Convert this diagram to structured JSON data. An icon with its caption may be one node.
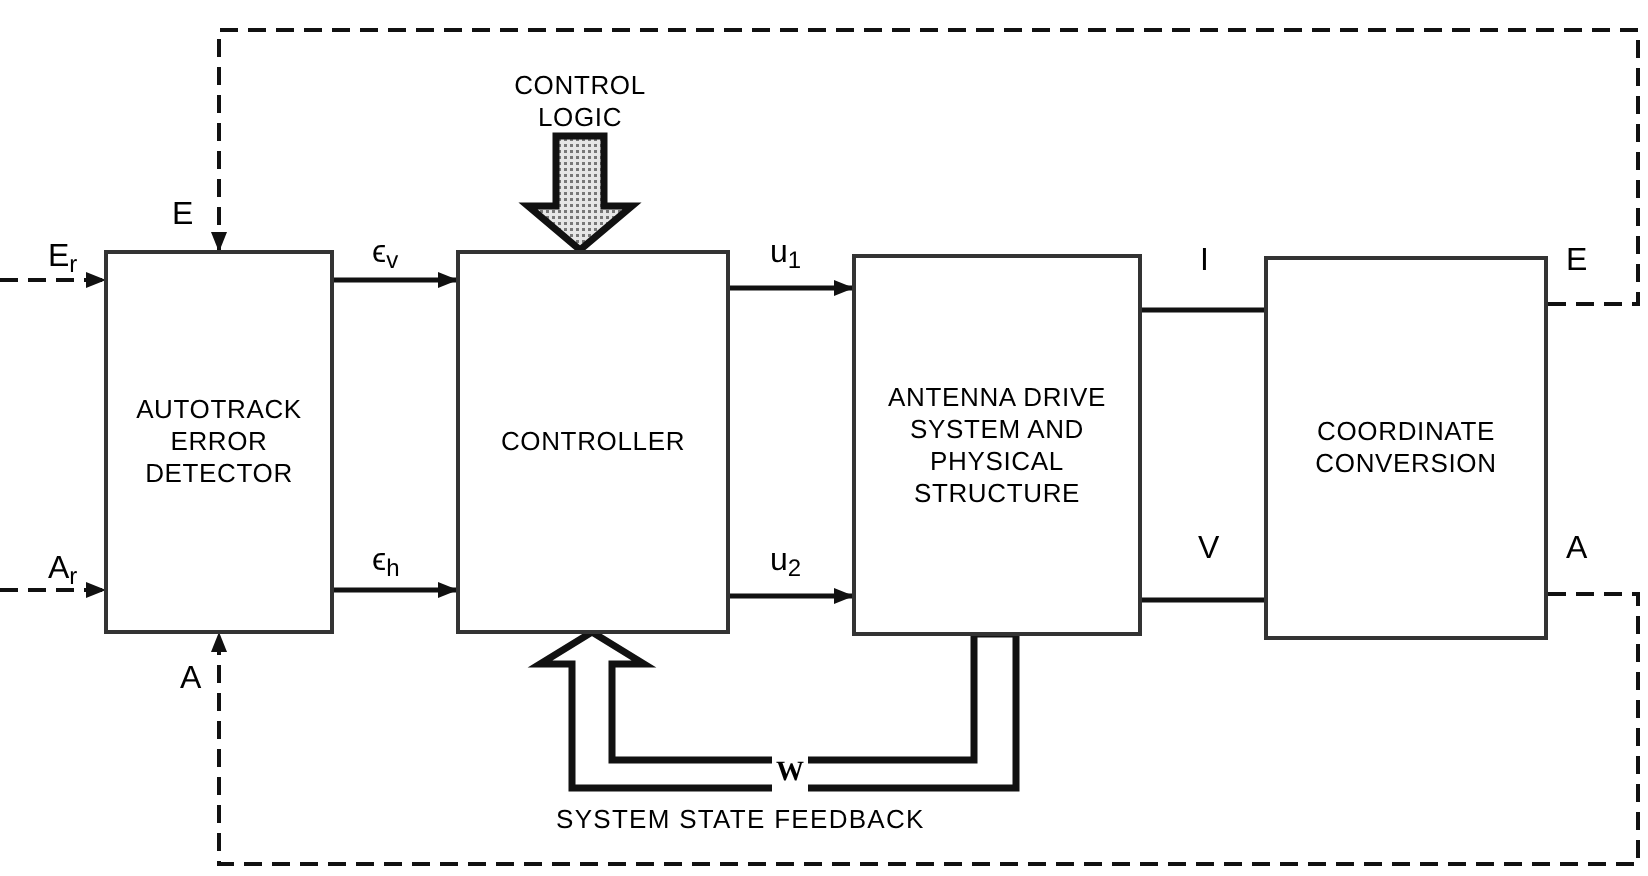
{
  "diagram": {
    "nodes": [
      {
        "text": [
          "AUTOTRACK ERROR DETECTOR"
        ]
      },
      {
        "text": [
          "CONTROLLER"
        ]
      },
      {
        "text": [
          "ANTENNA DRIVE SYSTEM AND PHYSICAL STRUCTURE"
        ]
      },
      {
        "text": [
          "COORDINATE CONVERSION"
        ]
      },
      {
        "text": [
          "CONTROL LOGIC"
        ]
      }
    ],
    "edges": [
      {
        "from": null,
        "to": 0,
        "arrow": "to",
        "label": "E$_{r}$",
        "style": "dashed"
      },
      {
        "from": null,
        "to": 0,
        "arrow": "to",
        "label": "A$_{r}$",
        "style": "dashed"
      },
      {
        "from": 0,
        "to": 1,
        "arrow": "to",
        "label": "ϵ$_{v}$"
      },
      {
        "from": 0,
        "to": 1,
        "arrow": "to",
        "label": "ϵ$_{h}$"
      },
      {
        "from": 1,
        "to": 2,
        "arrow": "to",
        "label": "u$_{1}$"
      },
      {
        "from": 1,
        "to": 2,
        "arrow": "to",
        "label": "u$_{2}$"
      },
      {
        "from": 2,
        "to": 3,
        "arrow": "none",
        "label": "I"
      },
      {
        "from": 2,
        "to": 3,
        "arrow": "none",
        "label": "V"
      },
      {
        "from": 3,
        "to": 0,
        "arrow": "to",
        "label": "E",
        "style": "dashed"
      },
      {
        "from": 3,
        "to": 0,
        "arrow": "to",
        "label": "A",
        "style": "dashed"
      },
      {
        "from": 4,
        "to": 1,
        "arrow": "to",
        "style": "thick"
      },
      {
        "from": 2,
        "to": 1,
        "arrow": "to",
        "label": "W",
        "style": "thick"
      }
    ],
    "labels": [
      "E",
      "A",
      "SYSTEM STATE FEEDBACK"
    ]
  }
}
